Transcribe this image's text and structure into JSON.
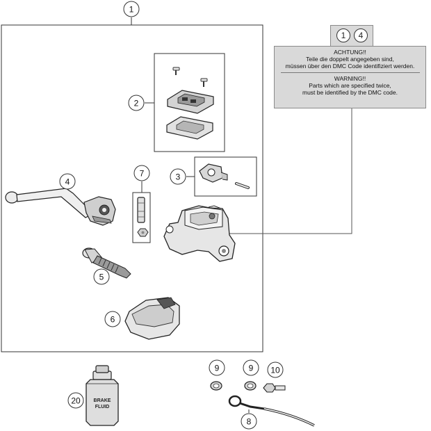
{
  "callouts": {
    "c1": "1",
    "c2": "2",
    "c3": "3",
    "c4": "4",
    "c5": "5",
    "c6": "6",
    "c7": "7",
    "c8": "8",
    "c9a": "9",
    "c9b": "9",
    "c10": "10",
    "c20": "20"
  },
  "note": {
    "tab_refs": [
      "1",
      "4"
    ],
    "de_title": "ACHTUNG!!",
    "de_line1": "Teile die doppelt angegeben sind,",
    "de_line2": "müssen über den DMC Code identifiziert werden.",
    "en_title": "WARNING!!",
    "en_line1": "Parts which are specified twice,",
    "en_line2": "must be identified by the DMC code."
  },
  "labels": {
    "bottle_line1": "BRAKE",
    "bottle_line2": "FLUID"
  }
}
